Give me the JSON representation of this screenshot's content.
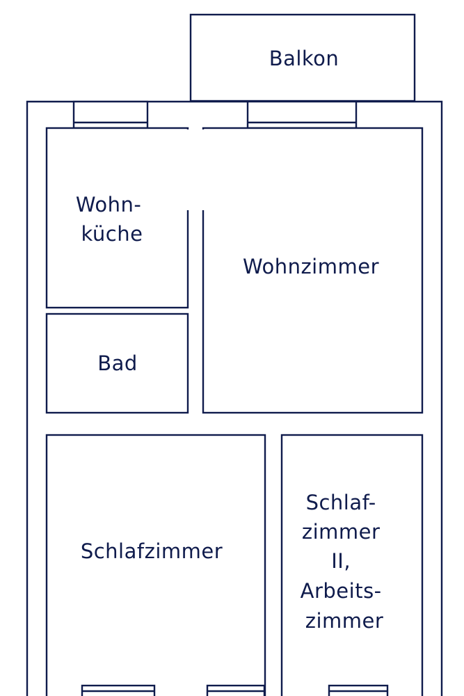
{
  "colors": {
    "line": "#0f1b4c",
    "background": "#ffffff"
  },
  "rooms": {
    "balkon": {
      "lines": [
        "Balkon"
      ]
    },
    "wohnkueche": {
      "lines": [
        "Wohn-",
        "küche"
      ]
    },
    "bad": {
      "lines": [
        "Bad"
      ]
    },
    "wohnzimmer": {
      "lines": [
        "Wohnzimmer"
      ]
    },
    "schlafzimmer": {
      "lines": [
        "Schlafzimmer"
      ]
    },
    "schlafzimmer2": {
      "lines": [
        "Schlaf-",
        "zimmer",
        "II,",
        "Arbeits-",
        "zimmer"
      ]
    }
  }
}
